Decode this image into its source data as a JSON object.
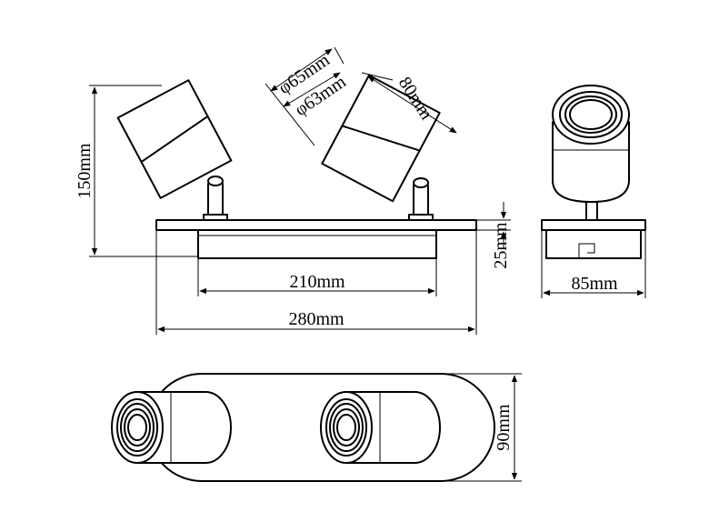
{
  "dimensions": {
    "height_150": "150mm",
    "diameter_65": "φ65mm",
    "diameter_63": "φ63mm",
    "length_80": "80mm",
    "plate_25": "25mm",
    "width_210": "210mm",
    "width_280": "280mm",
    "depth_85": "85mm",
    "height_90": "90mm"
  }
}
